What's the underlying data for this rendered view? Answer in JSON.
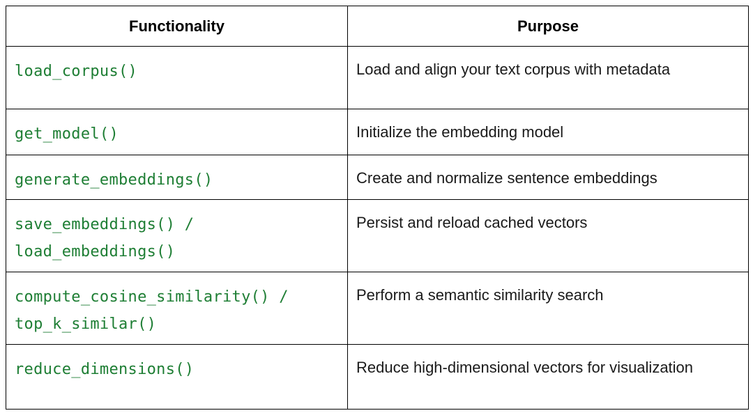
{
  "table": {
    "headers": [
      "Functionality",
      "Purpose"
    ],
    "rows": [
      {
        "functionality": [
          "load_corpus()"
        ],
        "purpose": "Load and align your text corpus with metadata"
      },
      {
        "functionality": [
          "get_model()"
        ],
        "purpose": "Initialize the embedding model"
      },
      {
        "functionality": [
          "generate_embeddings()"
        ],
        "purpose": "Create and normalize sentence embeddings"
      },
      {
        "functionality": [
          "save_embeddings() /",
          "load_embeddings()"
        ],
        "purpose": "Persist and reload cached vectors"
      },
      {
        "functionality": [
          "compute_cosine_similarity() /",
          "top_k_similar()"
        ],
        "purpose": "Perform a semantic similarity search"
      },
      {
        "functionality": [
          "reduce_dimensions()"
        ],
        "purpose": "Reduce high-dimensional vectors for visualization"
      }
    ]
  },
  "colors": {
    "function_text": "#1e7e34",
    "border": "#000000",
    "text": "#1a1a1a"
  }
}
